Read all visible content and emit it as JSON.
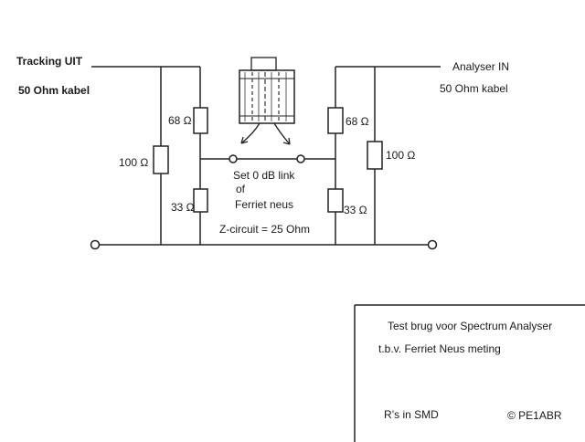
{
  "left_port": {
    "line1": "Tracking UIT",
    "line2": "50 Ohm kabel"
  },
  "right_port": {
    "line1": "Analyser IN",
    "line2": "50 Ohm kabel"
  },
  "resistors": {
    "left_shunt": "100 Ω",
    "left_top": "68 Ω",
    "left_bottom": "33 Ω",
    "right_top": "68 Ω",
    "right_bottom": "33 Ω",
    "right_shunt": "100 Ω"
  },
  "middle": {
    "line1": "Set  0 dB link",
    "line2": "of",
    "line3": "Ferriet neus",
    "z_circuit": "Z-circuit = 25 Ohm"
  },
  "title_block": {
    "line1": "Test brug voor Spectrum Analyser",
    "line2": "t.b.v. Ferriet Neus meting",
    "note": "R’s in SMD",
    "copyright": "© PE1ABR"
  }
}
